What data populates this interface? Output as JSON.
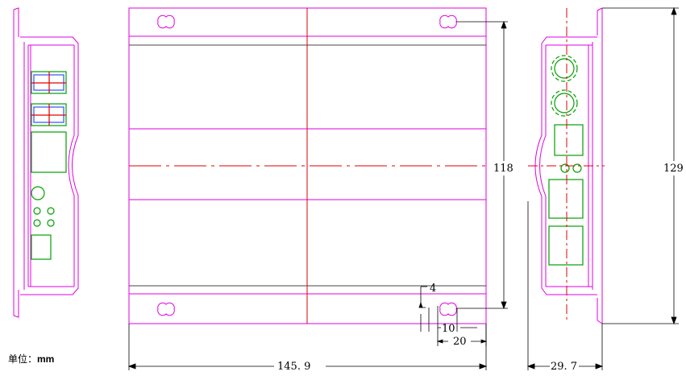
{
  "unit_label": "单位：",
  "unit_value": "mm",
  "dimensions": {
    "height_inner": "118",
    "height_total": "129",
    "width_total": "145. 9",
    "depth_total": "29. 7",
    "slot_offset": "4",
    "slot_width": "10",
    "slot_center": "20"
  },
  "colors": {
    "outline": "#e000e0",
    "component": "#00a000",
    "centerline": "#e00000",
    "usb": "#3050ff",
    "dimension": "#000000"
  }
}
